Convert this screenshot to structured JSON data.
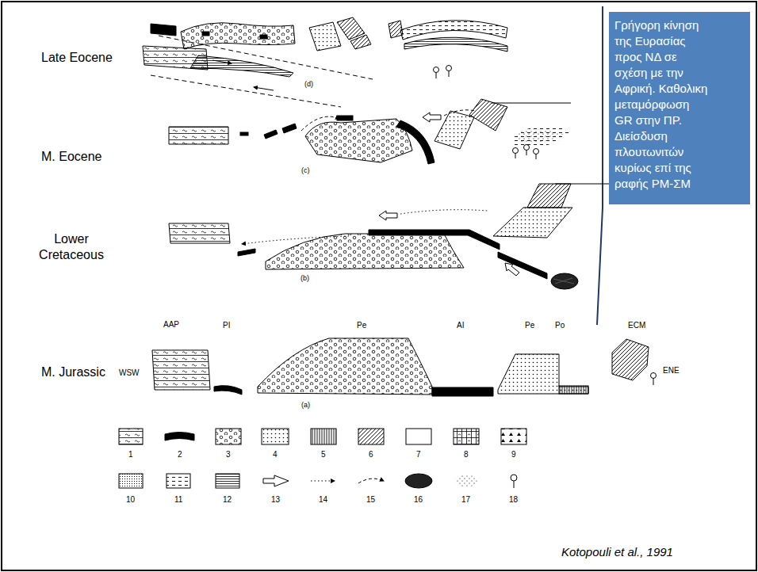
{
  "diagram": {
    "caption": "Kotopouli et al., 1991",
    "nodes": [
      {
        "text": [
          "Γρήγορη κίνηση της Ευρασίας προς ΝΔ σε σχέση με την Αφρική. Καθολικη μεταμόρφωση GR στην ΠΡ. Διείσδυση πλουτωνιτών κυρίως επί της ραφής ΡΜ-ΣΜ"
        ]
      }
    ],
    "labels": [
      "Late Eocene",
      "M. Eocene",
      "Lower Cretaceous",
      "M. Jurassic",
      "(d)",
      "(c)",
      "(b)",
      "(a)",
      "AAP",
      "PI",
      "Pe",
      "AI",
      "Pe",
      "Po",
      "ECM",
      "WSW",
      "ENE"
    ],
    "legend": [
      {
        "text": "1"
      },
      {
        "text": "2"
      },
      {
        "text": "3"
      },
      {
        "text": "4"
      },
      {
        "text": "5"
      },
      {
        "text": "6"
      },
      {
        "text": "7"
      },
      {
        "text": "8"
      },
      {
        "text": "9"
      },
      {
        "text": "10"
      },
      {
        "text": "11"
      },
      {
        "text": "12"
      },
      {
        "text": "13"
      },
      {
        "text": "14"
      },
      {
        "text": "15"
      },
      {
        "text": "16"
      },
      {
        "text": "17"
      },
      {
        "text": "18"
      }
    ]
  }
}
